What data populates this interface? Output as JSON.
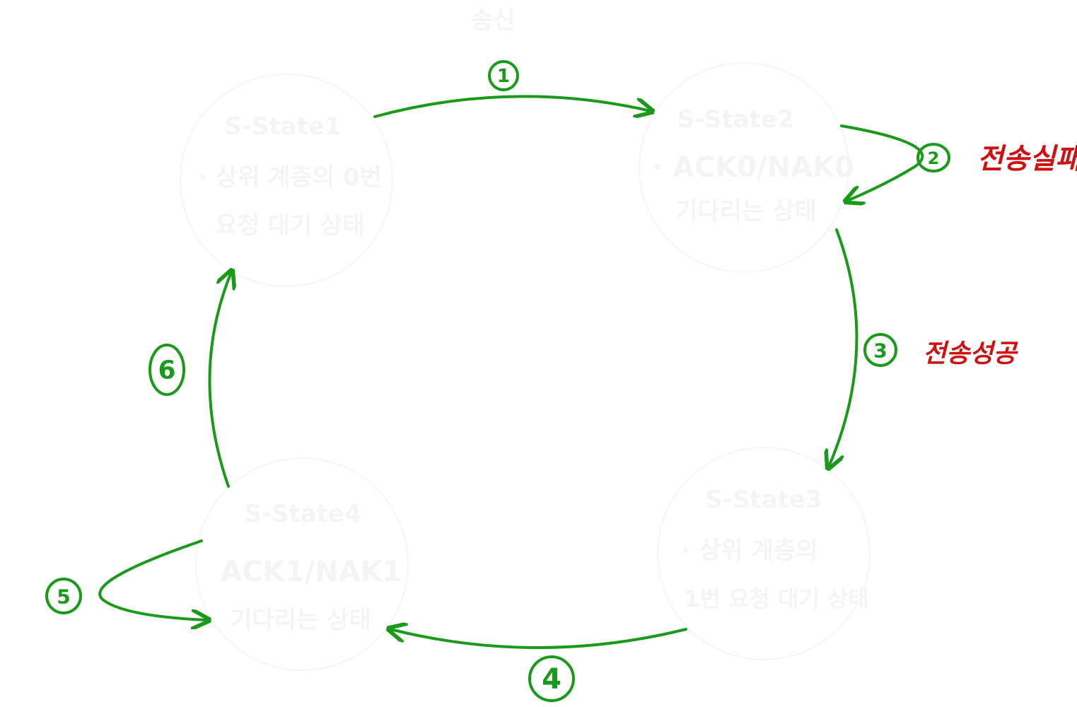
{
  "title": "송신",
  "states": [
    {
      "name": "S-State1",
      "desc_line1": "· 상위 계층의 0번",
      "desc_line2": "요청 대기 상태"
    },
    {
      "name": "S-State2",
      "desc_line1": "· ACK0/NAK0",
      "desc_line2": "기다리는 상태"
    },
    {
      "name": "S-State3",
      "desc_line1": "· 상위 계층의",
      "desc_line2": "1번 요청 대기 상태"
    },
    {
      "name": "S-State4",
      "desc_line1": "ACK1/NAK1",
      "desc_line2": "기다리는 상태"
    }
  ],
  "transitions": [
    {
      "label": "1"
    },
    {
      "label": "2",
      "note": "전송실패"
    },
    {
      "label": "3",
      "note": "전송성공"
    },
    {
      "label": "4"
    },
    {
      "label": "5"
    },
    {
      "label": "6"
    }
  ],
  "colors": {
    "arrow": "#1a9a1a",
    "note": "#d01010",
    "ghost_text": "#f4f4f4"
  }
}
